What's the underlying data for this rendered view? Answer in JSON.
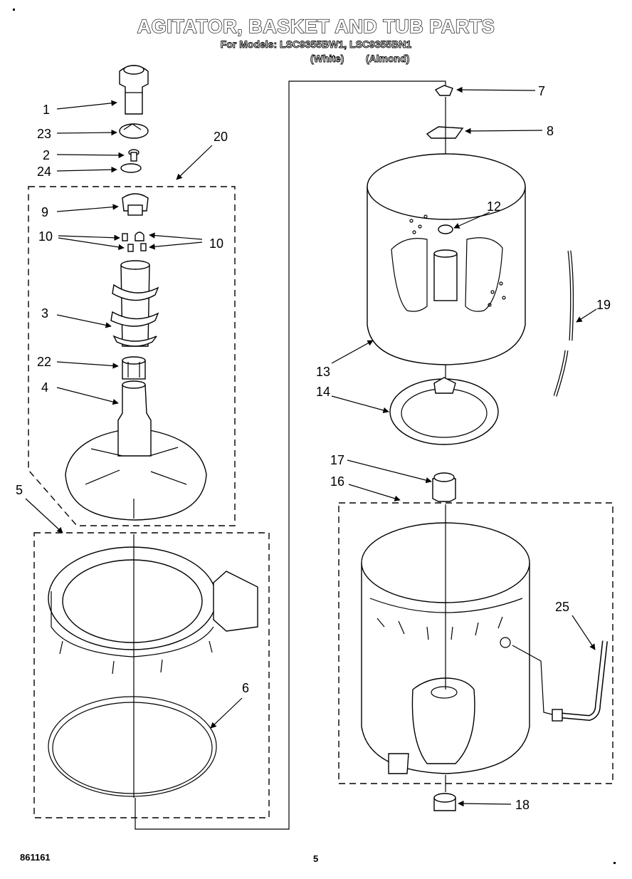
{
  "title": "AGITATOR, BASKET AND TUB PARTS",
  "models_line": "For Models:  LSC9355BW1, LSC9355BN1",
  "variants": {
    "white": "(White)",
    "almond": "(Almond)"
  },
  "footer": {
    "code": "861161",
    "page": "5"
  },
  "callouts": [
    "1",
    "23",
    "2",
    "24",
    "20",
    "9",
    "10",
    "10",
    "3",
    "22",
    "4",
    "5",
    "6",
    "7",
    "8",
    "12",
    "19",
    "13",
    "14",
    "17",
    "16",
    "25",
    "18"
  ]
}
